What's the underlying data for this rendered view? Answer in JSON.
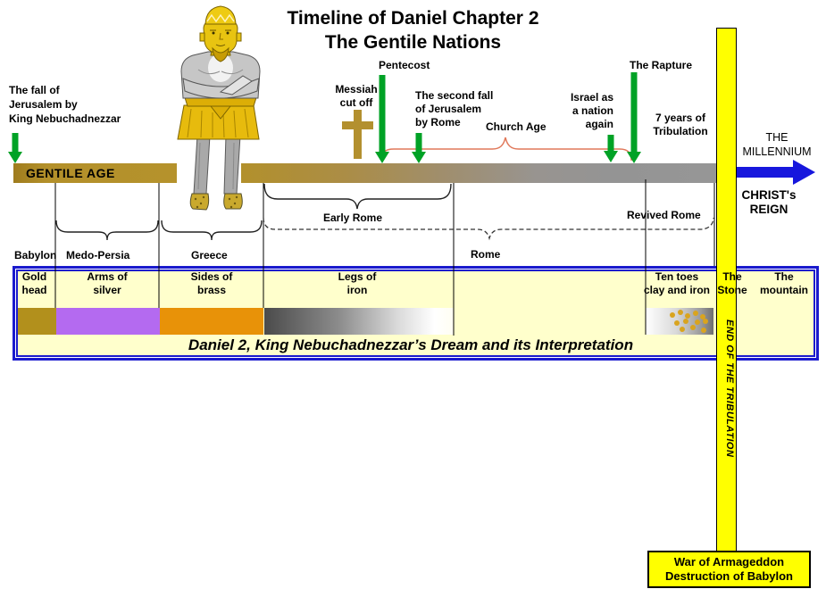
{
  "title": {
    "line1": "Timeline of Daniel Chapter 2",
    "line2": "The Gentile Nations"
  },
  "annotations": {
    "fall_of_jerusalem": "The fall of\nJerusalem by\nKing Nebuchadnezzar",
    "messiah_cut_off": "Messiah\ncut off",
    "pentecost": "Pentecost",
    "second_fall": "The second fall\nof Jerusalem\nby Rome",
    "church_age": "Church Age",
    "israel_nation": "Israel as\na nation\nagain",
    "rapture": "The Rapture",
    "seven_years": "7 years of\nTribulation",
    "millennium": "THE\nMILLENNIUM",
    "christs_reign": "CHRIST's\nREIGN"
  },
  "timeline_bar": {
    "label": "GENTILE AGE"
  },
  "eras": {
    "babylon": "Babylon",
    "medo_persia": "Medo-Persia",
    "greece": "Greece",
    "early_rome": "Early Rome",
    "rome": "Rome",
    "revived_rome": "Revived Rome"
  },
  "dream_table": {
    "columns": [
      {
        "label": "Gold\nhead"
      },
      {
        "label": "Arms of\nsilver"
      },
      {
        "label": "Sides of\nbrass"
      },
      {
        "label": "Legs of\niron"
      },
      {
        "label": "Ten toes\nclay and iron"
      },
      {
        "label": "The\nStone"
      },
      {
        "label": "The\nmountain"
      }
    ],
    "caption": "Daniel 2, King Nebuchadnezzar’s Dream and its Interpretation"
  },
  "tribulation": {
    "end_label": "END OF THE TRIBULATION",
    "armageddon_line1": "War of Armageddon",
    "armageddon_line2": "Destruction of Babylon"
  },
  "colors": {
    "gold": "#b2901c",
    "silver_purple": "#b46af0",
    "brass_orange": "#e89208",
    "green_arrow": "#00a226",
    "yellow": "#ffff00",
    "blue_arrow": "#1717dd",
    "table_bg": "#ffffcc",
    "table_border": "#1a1acd",
    "church_brace": "#e0785a"
  }
}
